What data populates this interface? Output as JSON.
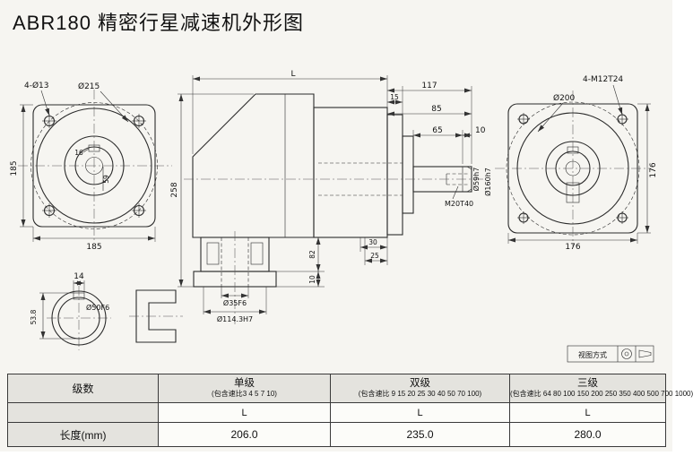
{
  "page": {
    "title": "ABR180 精密行星减速机外形图"
  },
  "front_view": {
    "bolt_holes": "4-Ø13",
    "bolt_circle_dia": "Ø215",
    "height": "185",
    "width": "185",
    "key_width": "16",
    "key_depth": "59"
  },
  "side_view": {
    "length": "L",
    "dim_117": "117",
    "dim_15": "15",
    "dim_85": "85",
    "dim_65": "65",
    "dim_10_right": "10",
    "dim_258": "258",
    "dim_82": "82",
    "dim_10_bottom": "10",
    "dim_30": "30",
    "dim_25": "25",
    "shaft_dia": "Ø59h7",
    "pilot_dia": "Ø160h7",
    "thread": "M20T40",
    "input_bore_dia": "Ø35F6",
    "input_pilot_dia": "Ø114.3H7"
  },
  "rear_view": {
    "bolt_holes": "4-M12T24",
    "pilot_dia": "Ø200",
    "height": "176",
    "width": "176"
  },
  "shaft_detail": {
    "key_width": "14",
    "key_depth": "53.8",
    "bore_dia": "Ø50F6"
  },
  "projection": {
    "label": "视图方式"
  },
  "table": {
    "row_header": "级数",
    "length_label": "长度(mm)",
    "columns": [
      {
        "stage": "单级",
        "ratios": "(包含速比3  4  5  7  10)",
        "l": "L",
        "length": "206.0"
      },
      {
        "stage": "双级",
        "ratios": "(包含速比 9 15 20 25 30 40 50 70 100)",
        "l": "L",
        "length": "235.0"
      },
      {
        "stage": "三级",
        "ratios": "(包含速比 64 80 100 150 200 250 350 400 500 700 1000)",
        "l": "L",
        "length": "280.0"
      }
    ]
  }
}
